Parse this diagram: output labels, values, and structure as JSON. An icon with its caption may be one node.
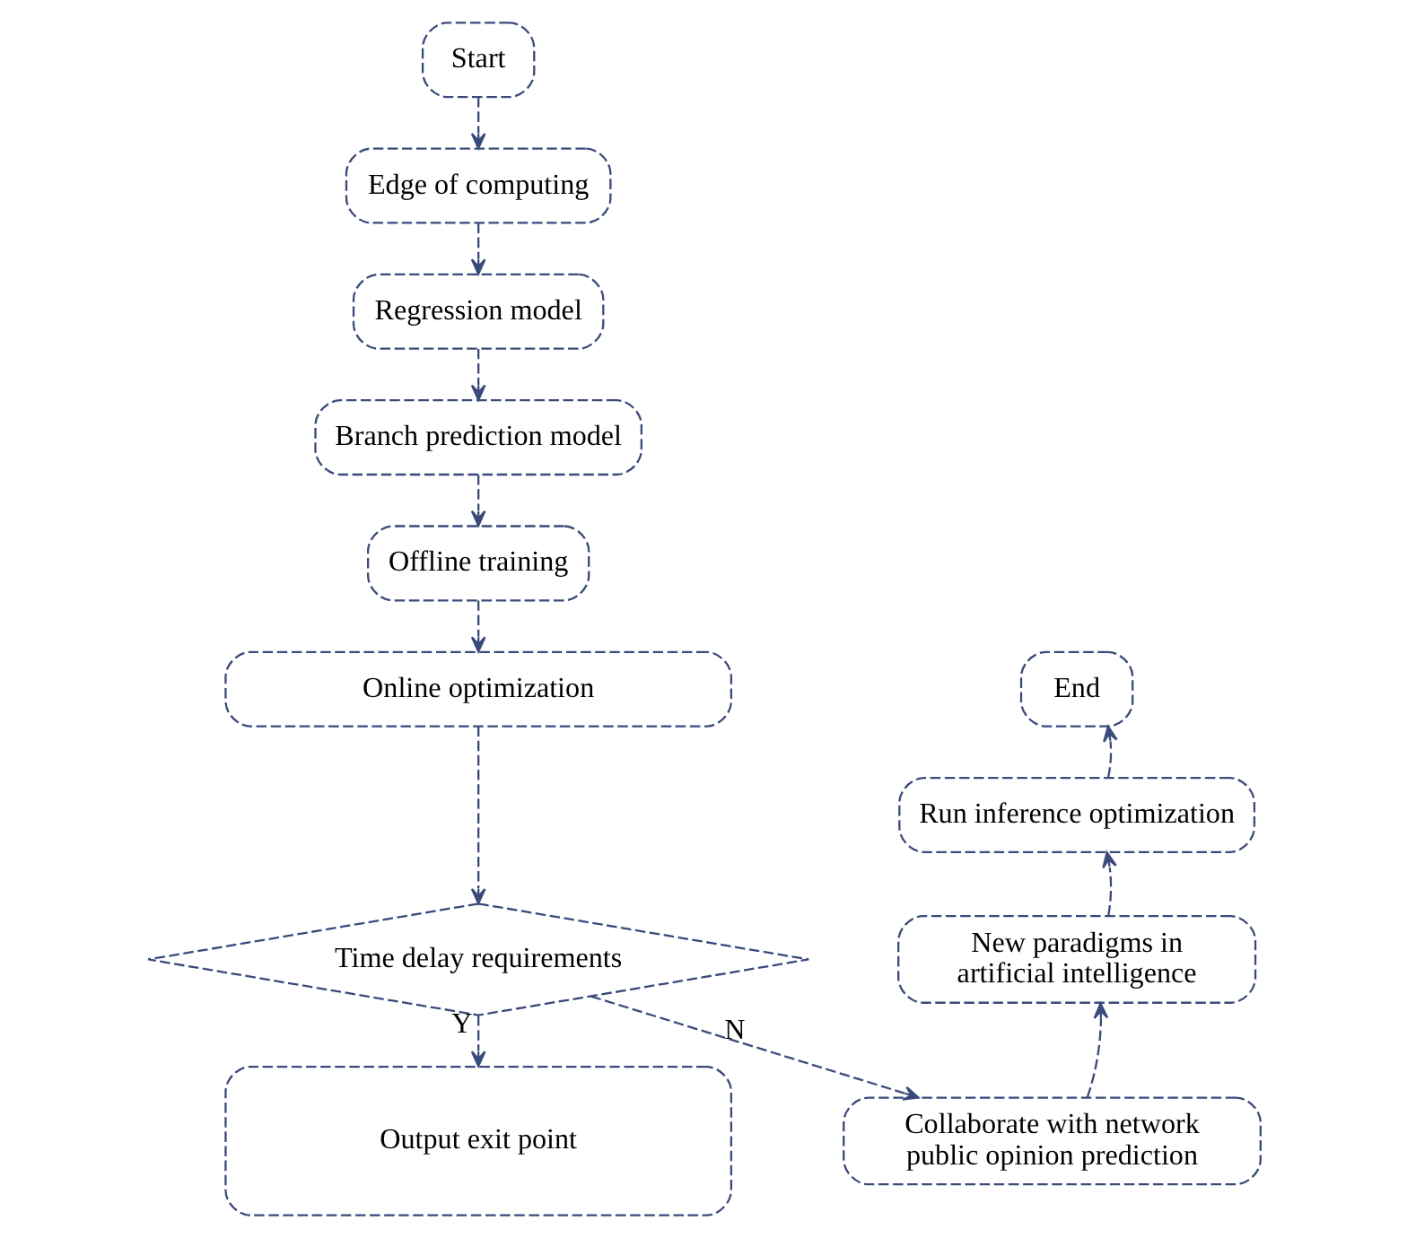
{
  "diagram": {
    "nodes": [
      {
        "text": [
          "Start"
        ]
      },
      {
        "text": [
          "Edge of computing"
        ]
      },
      {
        "text": [
          "Regression model"
        ]
      },
      {
        "text": [
          "Branch prediction model"
        ]
      },
      {
        "text": [
          "Offline training"
        ]
      },
      {
        "text": [
          "Online optimization"
        ]
      },
      {
        "text": [
          "Time delay requirements"
        ]
      },
      {
        "text": [
          "Output exit point"
        ]
      },
      {
        "text": [
          "Collaborate with network public opinion prediction"
        ]
      },
      {
        "text": [
          "New paradigms in artificial intelligence"
        ]
      },
      {
        "text": [
          "Run inference optimization"
        ]
      },
      {
        "text": [
          "End"
        ]
      }
    ],
    "edges": [
      {
        "from": 0,
        "to": 1,
        "arrow": "to"
      },
      {
        "from": 1,
        "to": 2,
        "arrow": "to"
      },
      {
        "from": 2,
        "to": 3,
        "arrow": "to"
      },
      {
        "from": 3,
        "to": 4,
        "arrow": "to"
      },
      {
        "from": 4,
        "to": 5,
        "arrow": "to"
      },
      {
        "from": 5,
        "to": 6,
        "arrow": "to"
      },
      {
        "from": 6,
        "to": 7,
        "arrow": "to",
        "label": "Y"
      },
      {
        "from": 6,
        "to": 8,
        "arrow": "to",
        "label": "N"
      },
      {
        "from": 8,
        "to": 9,
        "arrow": "to"
      },
      {
        "from": 9,
        "to": 10,
        "arrow": "to"
      },
      {
        "from": 10,
        "to": 11,
        "arrow": "to"
      }
    ]
  }
}
